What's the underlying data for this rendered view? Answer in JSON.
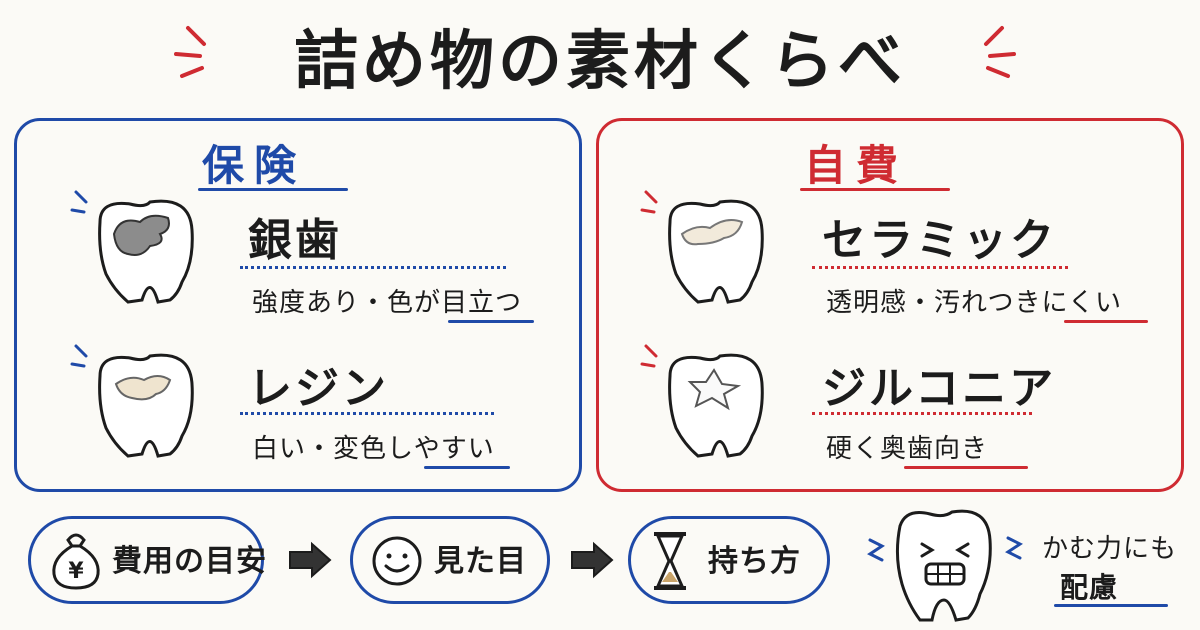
{
  "title": "詰め物の素材くらべ",
  "colors": {
    "insurance": "#1f4aa8",
    "self_pay": "#cf2b32",
    "ink": "#1c1c1c"
  },
  "insurance": {
    "heading": "保険",
    "materials": [
      {
        "name": "銀歯",
        "desc": "強度あり・色が目立つ",
        "icon": "tooth-silver-filling-icon"
      },
      {
        "name": "レジン",
        "desc": "白い・変色しやすい",
        "icon": "tooth-resin-filling-icon"
      }
    ]
  },
  "self_pay": {
    "heading": "自費",
    "materials": [
      {
        "name": "セラミック",
        "desc": "透明感・汚れつきにくい",
        "icon": "tooth-ceramic-filling-icon"
      },
      {
        "name": "ジルコニア",
        "desc": "硬く奥歯向き",
        "icon": "tooth-zirconia-filling-icon"
      }
    ]
  },
  "criteria": [
    {
      "label": "費用の目安",
      "icon": "money-bag-icon"
    },
    {
      "label": "見た目",
      "icon": "smiley-icon"
    },
    {
      "label": "持ち方",
      "icon": "hourglass-icon"
    }
  ],
  "bite_note": {
    "line1": "かむ力にも",
    "line2": "配慮",
    "icon": "tooth-clenching-icon"
  }
}
